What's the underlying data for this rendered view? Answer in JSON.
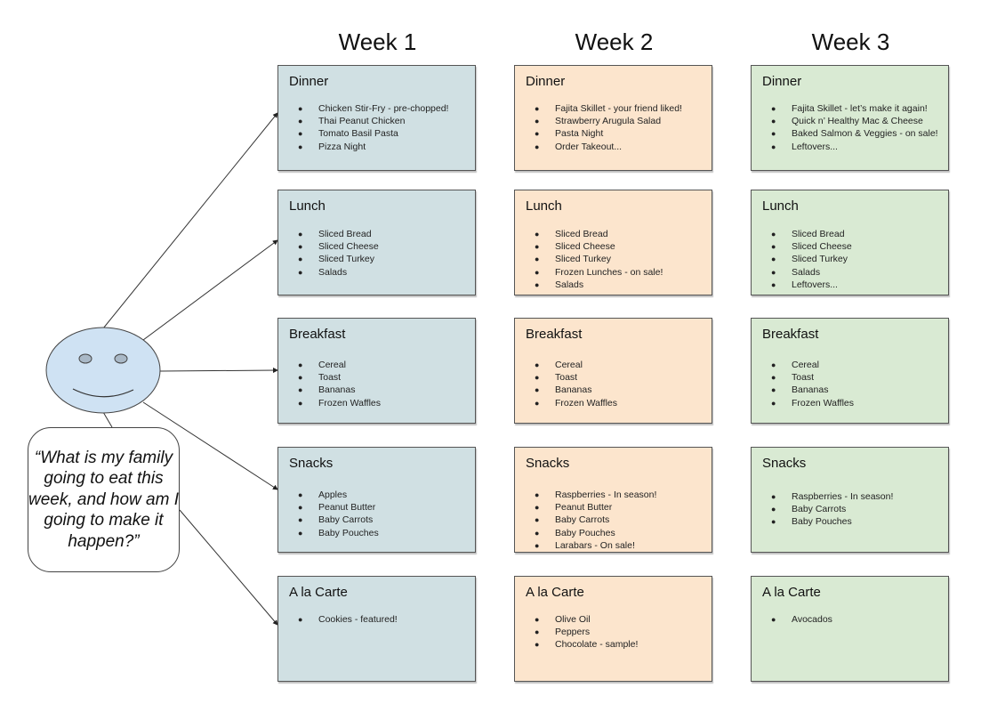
{
  "colors": {
    "week1_fill": "#d0e0e3",
    "week2_fill": "#fce5cd",
    "week3_fill": "#d9ead3",
    "face_fill": "#cfe2f3"
  },
  "person": {
    "icon": "smiley-face-icon",
    "speech_bubble": "“What is my family going to eat this week, and how am I going to make it happen?”"
  },
  "weeks": [
    {
      "label": "Week 1",
      "categories": [
        {
          "title": "Dinner",
          "items": [
            "Chicken Stir-Fry - pre-chopped!",
            "Thai Peanut Chicken",
            "Tomato Basil Pasta",
            "Pizza Night"
          ]
        },
        {
          "title": "Lunch",
          "items": [
            "Sliced Bread",
            "Sliced Cheese",
            "Sliced Turkey",
            "Salads"
          ]
        },
        {
          "title": "Breakfast",
          "items": [
            "Cereal",
            "Toast",
            "Bananas",
            "Frozen Waffles"
          ]
        },
        {
          "title": "Snacks",
          "items": [
            "Apples",
            "Peanut Butter",
            "Baby Carrots",
            "Baby Pouches"
          ]
        },
        {
          "title": "A la Carte",
          "items": [
            "Cookies - featured!"
          ]
        }
      ]
    },
    {
      "label": "Week 2",
      "categories": [
        {
          "title": "Dinner",
          "items": [
            "Fajita Skillet - your friend liked!",
            "Strawberry Arugula Salad",
            "Pasta Night",
            "Order Takeout..."
          ]
        },
        {
          "title": "Lunch",
          "items": [
            "Sliced Bread",
            "Sliced Cheese",
            "Sliced Turkey",
            "Frozen Lunches - on sale!",
            "Salads"
          ]
        },
        {
          "title": "Breakfast",
          "items": [
            "Cereal",
            "Toast",
            "Bananas",
            "Frozen Waffles"
          ]
        },
        {
          "title": "Snacks",
          "items": [
            "Raspberries - In season!",
            "Peanut Butter",
            "Baby Carrots",
            "Baby Pouches",
            "Larabars - On sale!"
          ]
        },
        {
          "title": "A la Carte",
          "items": [
            "Olive Oil",
            "Peppers",
            "Chocolate - sample!"
          ]
        }
      ]
    },
    {
      "label": "Week 3",
      "categories": [
        {
          "title": "Dinner",
          "items": [
            "Fajita Skillet - let’s make it again!",
            "Quick n’ Healthy Mac & Cheese",
            "Baked Salmon & Veggies - on sale!",
            "Leftovers..."
          ]
        },
        {
          "title": "Lunch",
          "items": [
            "Sliced Bread",
            "Sliced Cheese",
            "Sliced Turkey",
            "Salads",
            "Leftovers..."
          ]
        },
        {
          "title": "Breakfast",
          "items": [
            "Cereal",
            "Toast",
            "Bananas",
            "Frozen Waffles"
          ]
        },
        {
          "title": "Snacks",
          "items": [
            "Raspberries - In season!",
            "Baby Carrots",
            "Baby Pouches"
          ]
        },
        {
          "title": "A la Carte",
          "items": [
            "Avocados"
          ]
        }
      ]
    }
  ]
}
